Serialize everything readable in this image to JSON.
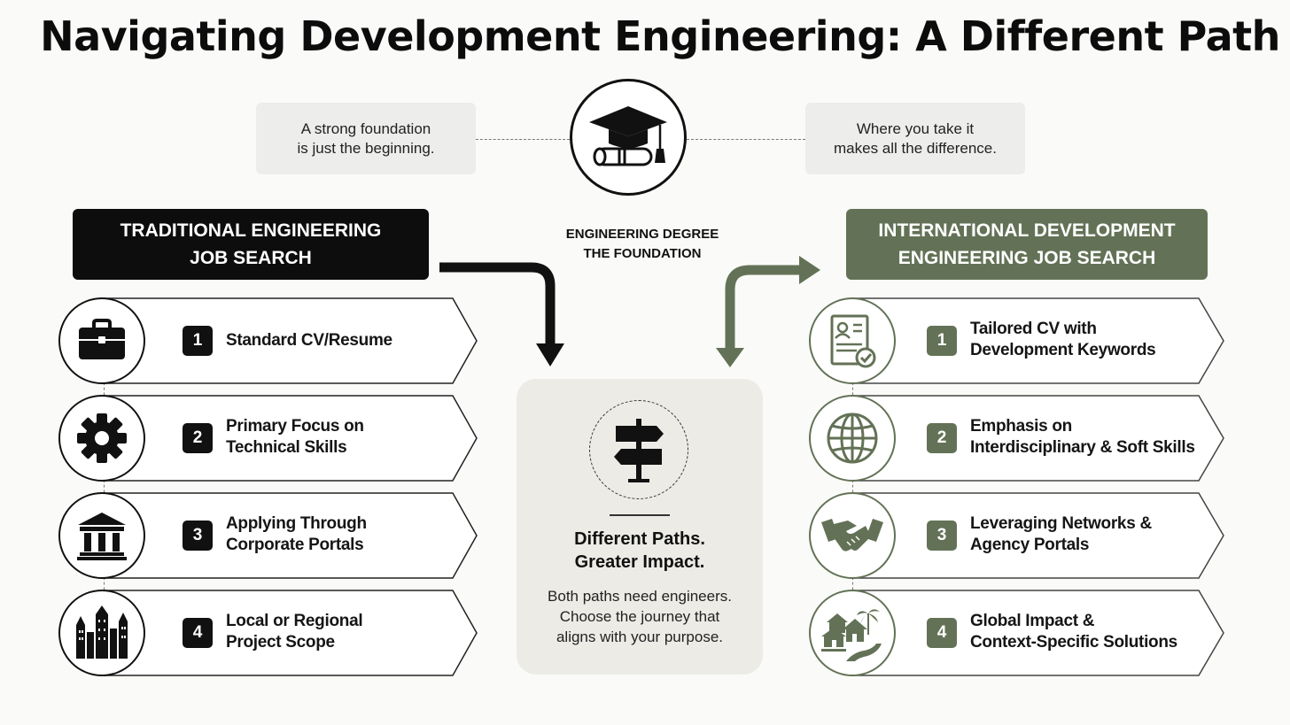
{
  "title": "Navigating Development Engineering: A Different Path",
  "foundation": {
    "left_note": [
      "A strong foundation",
      "is just the beginning."
    ],
    "right_note": [
      "Where you take it",
      "makes all the difference."
    ],
    "label": [
      "ENGINEERING DEGREE",
      "THE FOUNDATION"
    ],
    "icon": "graduation-cap-diploma-icon"
  },
  "traditional": {
    "header": [
      "TRADITIONAL ENGINEERING",
      "JOB SEARCH"
    ],
    "color": "#0d0d0d",
    "items": [
      {
        "number": "1",
        "lines": [
          "Standard CV/Resume"
        ],
        "icon": "briefcase-icon"
      },
      {
        "number": "2",
        "lines": [
          "Primary Focus on",
          "Technical Skills"
        ],
        "icon": "gear-icon"
      },
      {
        "number": "3",
        "lines": [
          "Applying Through",
          "Corporate Portals"
        ],
        "icon": "bank-building-icon"
      },
      {
        "number": "4",
        "lines": [
          "Local or Regional",
          "Project Scope"
        ],
        "icon": "city-skyline-icon"
      }
    ]
  },
  "development": {
    "header": [
      "INTERNATIONAL DEVELOPMENT",
      "ENGINEERING JOB SEARCH"
    ],
    "color": "#637256",
    "items": [
      {
        "number": "1",
        "lines": [
          "Tailored CV with",
          "Development Keywords"
        ],
        "icon": "document-check-icon"
      },
      {
        "number": "2",
        "lines": [
          "Emphasis on",
          "Interdisciplinary & Soft Skills"
        ],
        "icon": "globe-icon"
      },
      {
        "number": "3",
        "lines": [
          "Leveraging Networks &",
          "Agency Portals"
        ],
        "icon": "handshake-icon"
      },
      {
        "number": "4",
        "lines": [
          "Global Impact &",
          "Context-Specific Solutions"
        ],
        "icon": "village-icon"
      }
    ]
  },
  "center": {
    "heading": [
      "Different Paths.",
      "Greater Impact."
    ],
    "body": [
      "Both paths need engineers.",
      "Choose the journey that",
      "aligns with your purpose."
    ],
    "icon": "signpost-icon"
  }
}
